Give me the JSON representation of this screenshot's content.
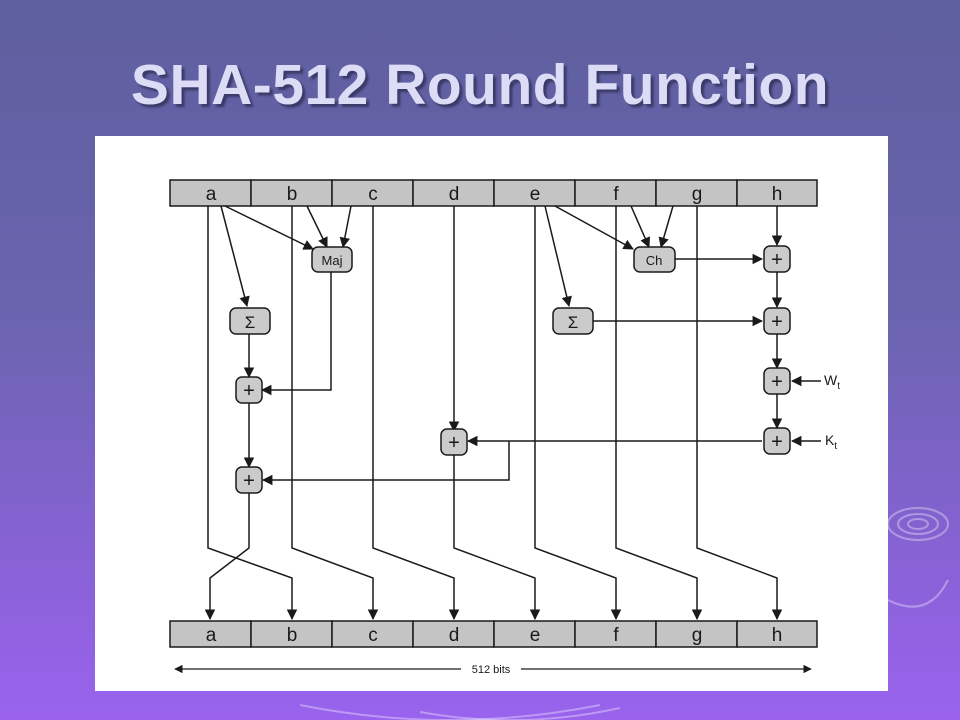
{
  "slide": {
    "title": "SHA-512 Round Function"
  },
  "diagram": {
    "top_registers": [
      "a",
      "b",
      "c",
      "d",
      "e",
      "f",
      "g",
      "h"
    ],
    "bottom_registers": [
      "a",
      "b",
      "c",
      "d",
      "e",
      "f",
      "g",
      "h"
    ],
    "functions": {
      "maj": "Maj",
      "ch": "Ch",
      "sigma": "Σ",
      "add": "+"
    },
    "inputs": {
      "w": "W",
      "w_sub": "t",
      "k": "K",
      "k_sub": "t"
    },
    "width_label": "512 bits"
  },
  "colors": {
    "register_fill": "#c4c4c4",
    "box_fill": "#cbcbcb",
    "stroke": "#1a1a1a"
  }
}
